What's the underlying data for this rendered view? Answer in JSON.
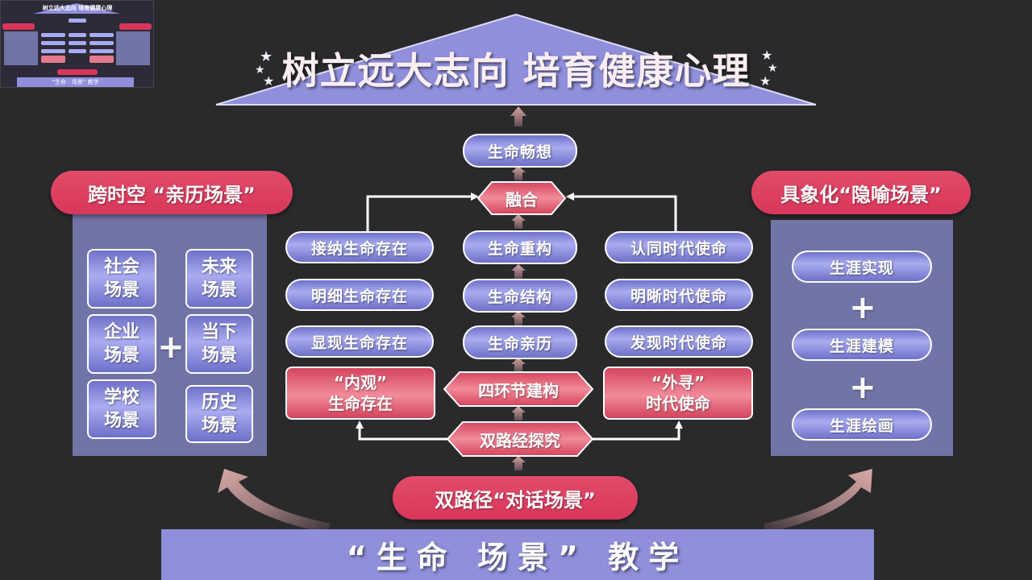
{
  "title": "树立远大志向 培育健康心理",
  "bottom_banner": "“生命  场景”  教学",
  "left_header": "跨时空 “亲历场景”",
  "right_header": "具象化“隐喻场景”",
  "dialog_label": "双路径“对话场景”",
  "left_scenes": {
    "col1": [
      "社会场景",
      "企业场景",
      "学校场景"
    ],
    "col2": [
      "未来场景",
      "当下场景",
      "历史场景"
    ],
    "col1_lines": [
      [
        "社会",
        "场景"
      ],
      [
        "企业",
        "场景"
      ],
      [
        "学校",
        "场景"
      ]
    ],
    "col2_lines": [
      [
        "未来",
        "场景"
      ],
      [
        "当下",
        "场景"
      ],
      [
        "历史",
        "场景"
      ]
    ],
    "plus": "+"
  },
  "right_career": [
    "生涯实现",
    "生涯建模",
    "生涯绘画"
  ],
  "center": {
    "top": "生命畅想",
    "fusion": "融合",
    "items": [
      "生命重构",
      "生命结构",
      "生命亲历"
    ],
    "four": "四环节建构",
    "dual": "双路经探究"
  },
  "left_column": {
    "items": [
      "接纳生命存在",
      "明细生命存在",
      "显现生命存在"
    ],
    "box_line1": "“内观”",
    "box_line2": "生命存在"
  },
  "right_column": {
    "items": [
      "认同时代使命",
      "明晰时代使命",
      "发现时代使命"
    ],
    "box_line1": "“外寻”",
    "box_line2": "时代使命"
  },
  "thumbnail": {
    "title": "树立远大志向 培育健康心理",
    "bottom": "“生命 · 场景” 教学"
  },
  "colors": {
    "background": "#2a2a2c",
    "roof": "#8f8fdc",
    "red": "#dc3f5f",
    "panel": "#7174a6"
  }
}
